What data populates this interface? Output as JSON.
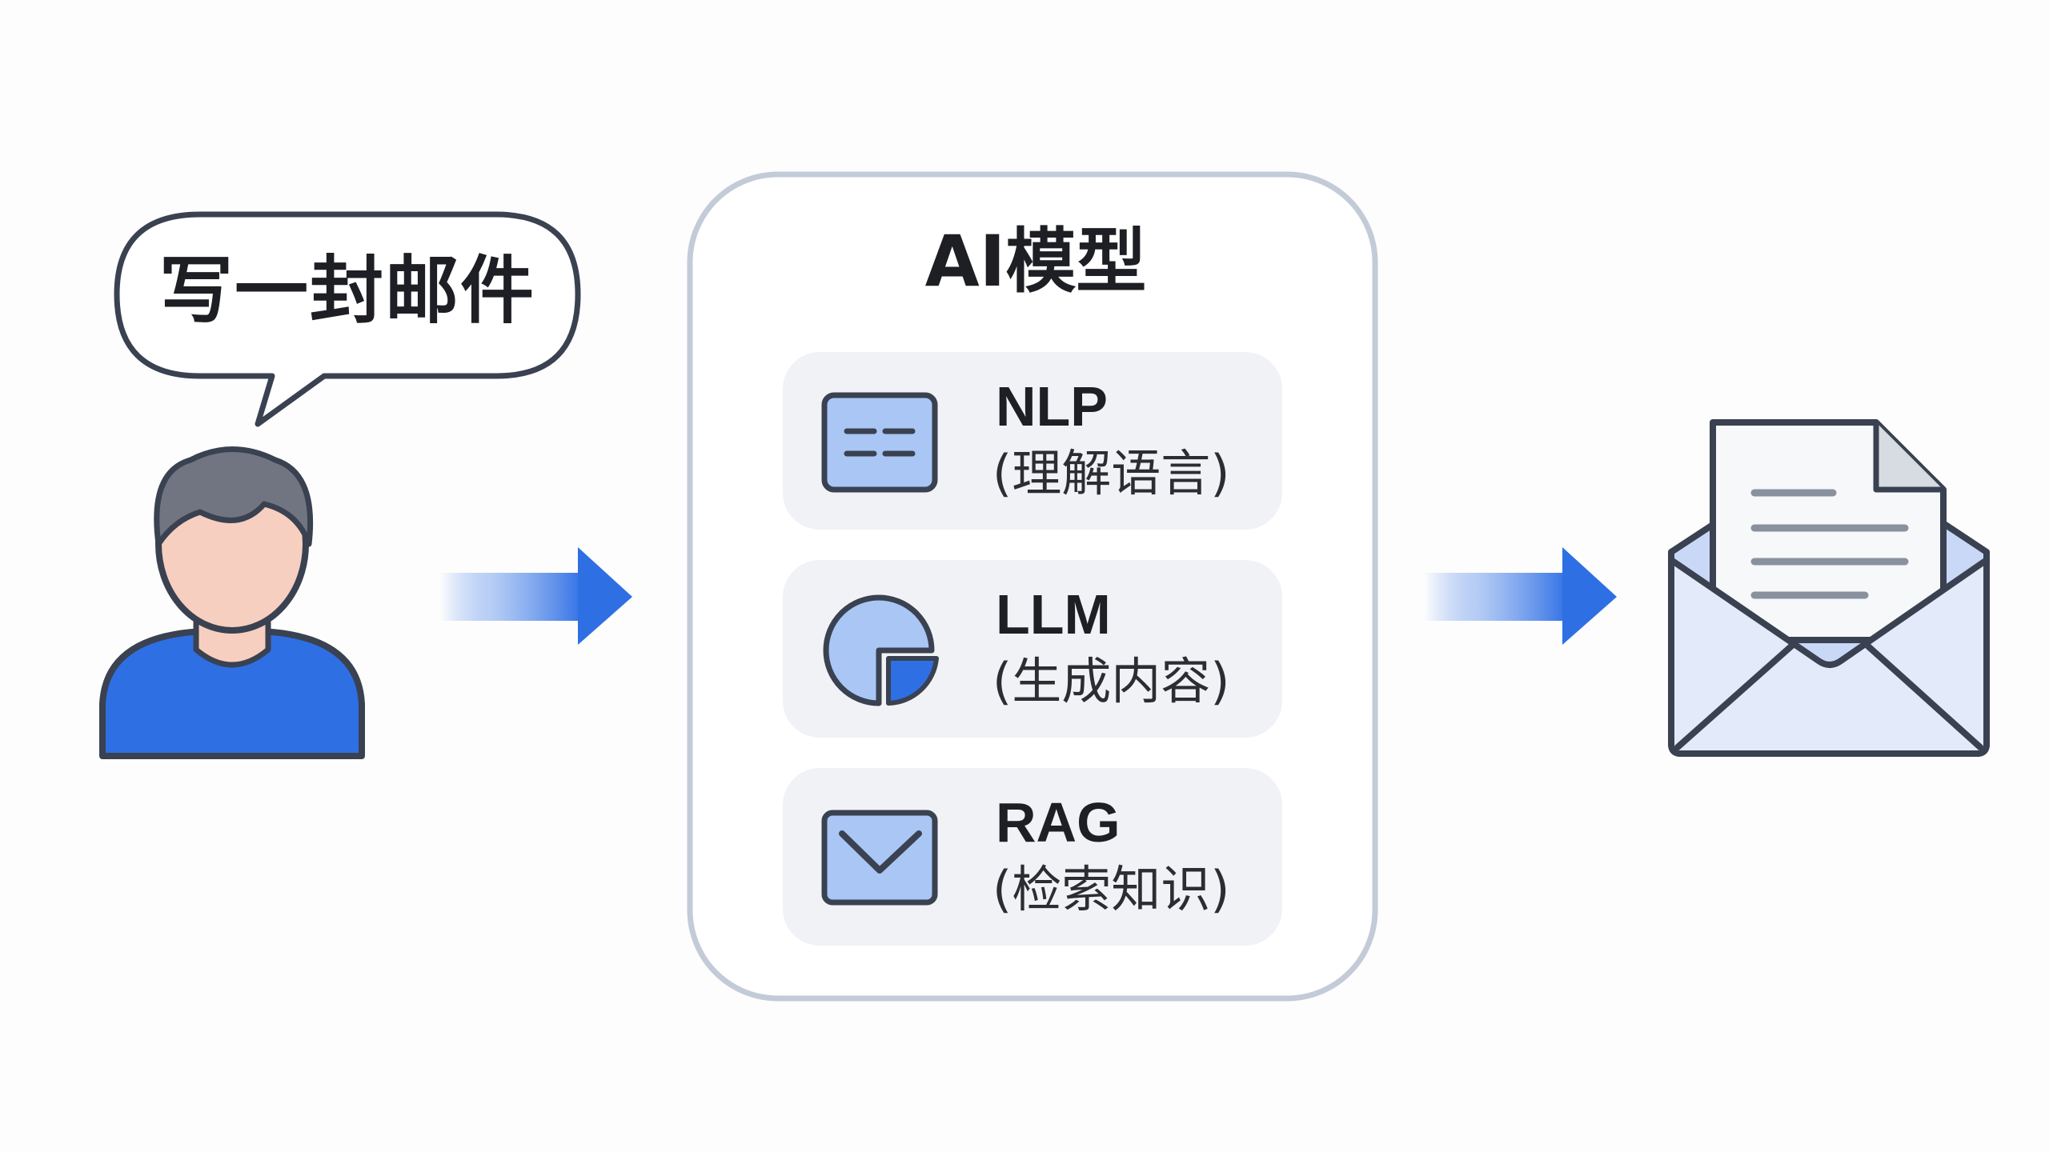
{
  "user": {
    "speech": "写一封邮件",
    "avatar_icon": "user-avatar-icon"
  },
  "ai_model": {
    "title": "AI模型",
    "modules": [
      {
        "title": "NLP",
        "desc": "(理解语言)",
        "icon": "text-window-icon"
      },
      {
        "title": "LLM",
        "desc": "(生成内容)",
        "icon": "pie-chart-icon"
      },
      {
        "title": "RAG",
        "desc": "(检索知识)",
        "icon": "mail-check-icon"
      }
    ]
  },
  "output": {
    "icon": "open-envelope-letter-icon"
  },
  "colors": {
    "accent_blue": "#2f6fe4",
    "light_blue": "#a9c6f5",
    "outline": "#3a4150",
    "panel_border": "#c3cbd8",
    "module_bg": "#f1f2f5"
  }
}
